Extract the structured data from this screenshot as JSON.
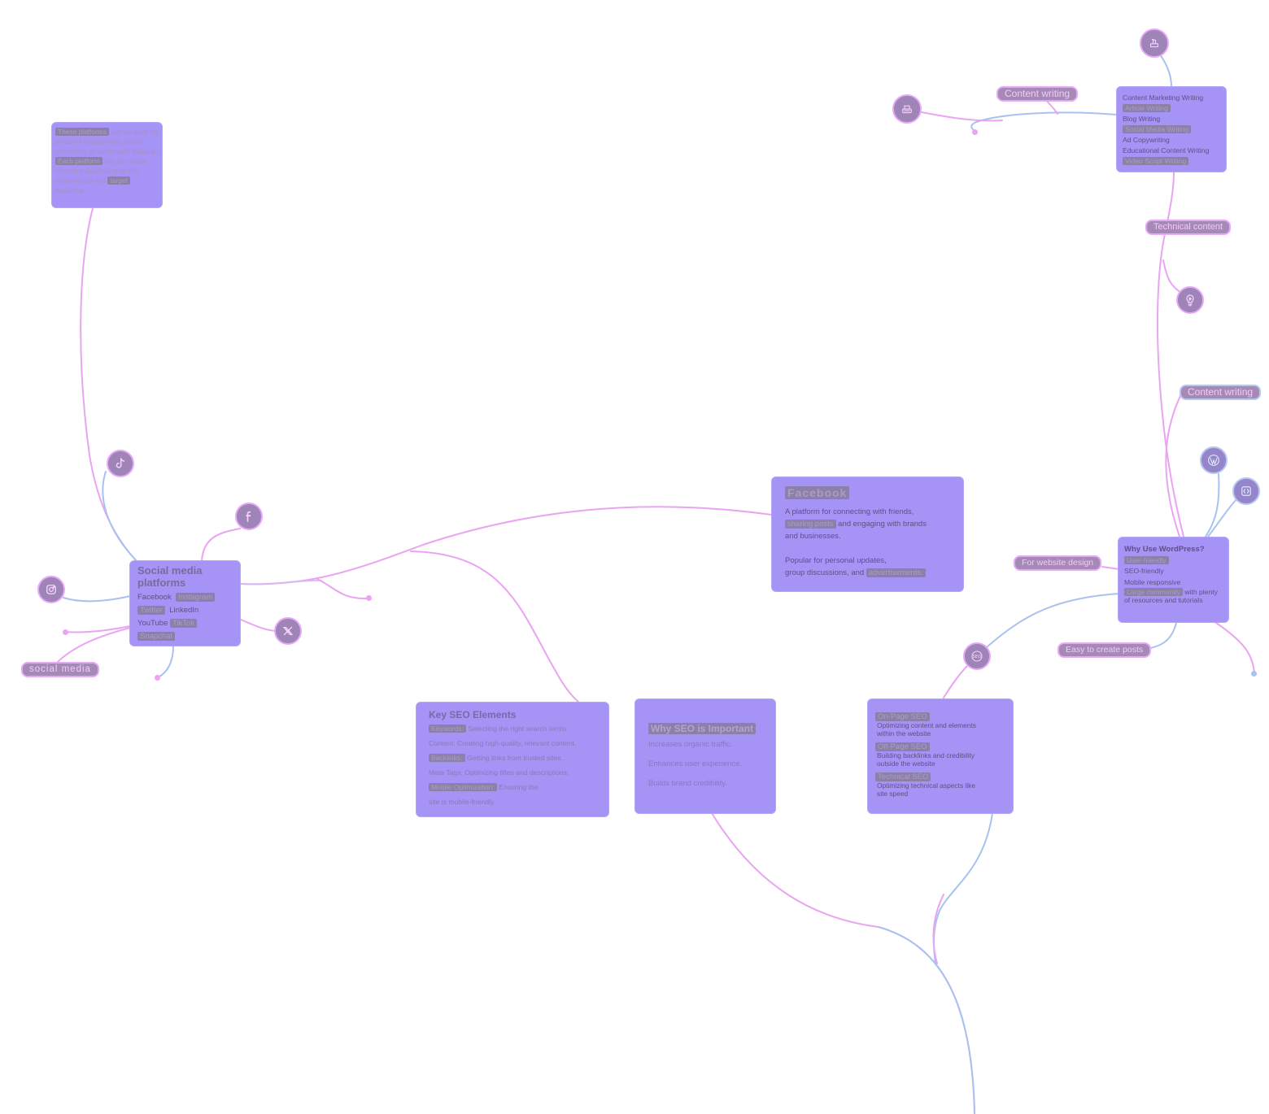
{
  "colors": {
    "card_fill": "#a594f5",
    "line_pink": "#eaa4f2",
    "line_blue": "#a8c2ef",
    "pill_fill": "#a48ab4",
    "pill_text": "#f5c8ff",
    "text_dim": "#6f5e9c",
    "highlight": "#8c80a8"
  },
  "platforms_note": {
    "p1_hl": "These platforms",
    "p1_rest": " can be used for personal engagement, brand promotion, or community building.",
    "p2_hl": "Each platform",
    "p2_mid": " has its unique strengths depending on the content type and ",
    "p2_hl2": "target",
    "p2_end": " audience."
  },
  "social": {
    "title": "Social media platforms",
    "items": {
      "facebook": "Facebook",
      "instagram": "Instagram",
      "twitter": "Twitter",
      "linkedin": "LinkedIn",
      "youtube": "YouTube",
      "tiktok": "TikTok",
      "snapchat": "Snapchat"
    },
    "pill": "social media"
  },
  "facebook_card": {
    "title": "Facebook",
    "l1": "A platform for connecting with friends,",
    "l2_hl": "sharing posts",
    "l2_rest": " and engaging with brands",
    "l3": "and businesses.",
    "l4": "Popular for personal updates,",
    "l5": "group discussions, and ",
    "l5_hl": "advertisements."
  },
  "seo_elements": {
    "title": "Key SEO Elements",
    "r1_hl": "Keywords:",
    "r1": " Selecting the right search terms.",
    "r2": "Content: Creating high-quality, relevant content.",
    "r3_hl": "Backlinks:",
    "r3": " Getting links from trusted sites.",
    "r4": "Meta Tags: Optimizing titles and descriptions.",
    "r5_hl": "Mobile Optimization:",
    "r5": " Ensuring the",
    "r6": "site is mobile-friendly."
  },
  "why_seo": {
    "title": "Why SEO is Important",
    "l1": "Increases organic traffic.",
    "l2": "Enhances user experience.",
    "l3": "Builds brand credibility."
  },
  "seo_types": {
    "on_title": "On-Page SEO",
    "on_d1": "Optimizing content and elements",
    "on_d2": "within the website",
    "off_title": "Off-Page SEO",
    "off_d1": "Building backlinks and credibility",
    "off_d2": "outside the website",
    "tech_title": "Technical SEO",
    "tech_d1": "Optimizing technical aspects like",
    "tech_d2": "site speed"
  },
  "wordpress": {
    "title": "Why Use WordPress?",
    "l1_hl": "User-friendly",
    "l2": "SEO-friendly",
    "l3": "Mobile responsive",
    "l4_hl": "Large community",
    "l4_rest": " with plenty",
    "l5": "of resources and tutorials"
  },
  "writing": {
    "l1": "Content Marketing Writing",
    "l2_hl": "Article Writing",
    "l3": "Blog Writing",
    "l4_hl": "Social Media Writing",
    "l5": "Ad Copywriting",
    "l6": "Educational Content Writing",
    "l7_hl": "Video Script Writing"
  },
  "pills": {
    "content_writing_top": "Content writing",
    "technical_content": "Technical content",
    "content_writing_right": "Content writing",
    "for_website_design": "For website design",
    "easy_posts": "Easy to create posts"
  },
  "icons": {
    "tiktok": "tiktok-icon",
    "facebook": "facebook-icon",
    "instagram": "instagram-icon",
    "x": "x-icon",
    "seo": "seo-icon",
    "wordpress": "wordpress-icon",
    "code": "code-icon",
    "bulb": "lightbulb-icon",
    "typewriter": "typewriter-icon",
    "stamp": "stamp-icon"
  }
}
